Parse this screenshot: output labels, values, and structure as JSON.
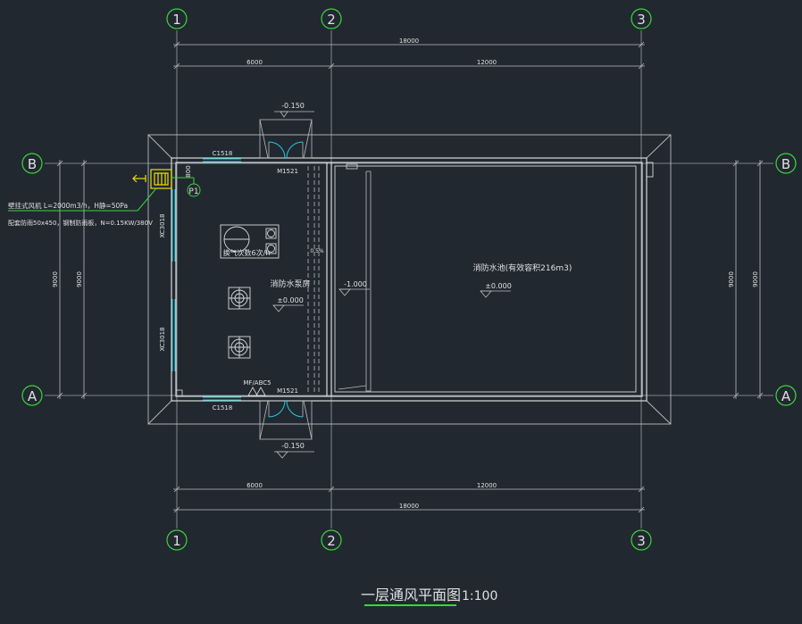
{
  "axes": {
    "col_1": "1",
    "col_2": "2",
    "col_3": "3",
    "row_a": "A",
    "row_b": "B"
  },
  "dimensions": {
    "top_total": "18000",
    "top_left": "6000",
    "top_right": "12000",
    "bottom_total": "18000",
    "bottom_left": "6000",
    "bottom_right": "12000",
    "left_outer": "9000",
    "left_inner": "9000",
    "right_inner": "9000",
    "right_outer": "9000",
    "fan_offset": "800"
  },
  "labels": {
    "elev_top_door": "-0.150",
    "elev_bottom_door": "-0.150",
    "window_top": "C1518",
    "window_bottom": "C1518",
    "door_top": "M1521",
    "door_bottom": "M1521",
    "window_left_upper": "XC3018",
    "window_left_lower": "XC3018",
    "fan_spec_line1": "壁挂式风机 L=2000m3/h，H静=50Pa",
    "fan_spec_line2": "配套防雨50x450，钢制防雨板，N=0.15KW/380V",
    "fan_tag": "P1",
    "pump_room": "消防水泵房",
    "pump_room_elev": "±0.000",
    "ventilation_note": "换气次数6次/h",
    "extinguisher": "MF/ABC5",
    "tank_elev": "-1.000",
    "tank_room": "消防水池(有效容积216m3)",
    "tank_room_elev": "±0.000",
    "trench_note": "0.5%"
  },
  "title": {
    "main": "一层通风平面图",
    "scale": "1:100"
  },
  "colors": {
    "background": "#212830",
    "line": "#b8bcc0",
    "wall": "#d8dadc",
    "axis_bubble": "#3cd43c",
    "window": "#28c8d8",
    "fan": "#f0e000",
    "text": "#e0e0e0"
  }
}
